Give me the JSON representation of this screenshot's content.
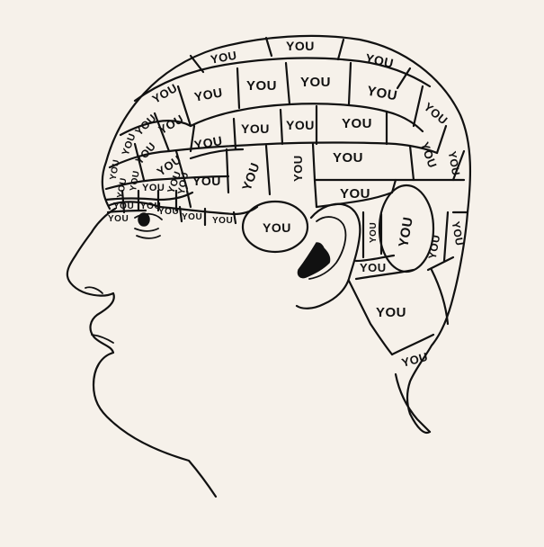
{
  "colors": {
    "background": "#f6f1ea",
    "ink": "#111111"
  },
  "labels": {
    "l01": "YOU",
    "l02": "YOU",
    "l03": "YOU",
    "l04": "YOU",
    "l05": "YOU",
    "l06": "YOU",
    "l07": "YOU",
    "l08": "YOU",
    "l09": "YOU",
    "l10": "YOU",
    "l11": "YOU",
    "l12": "YOU",
    "l13": "YOU",
    "l14": "YOU",
    "l15": "YOU",
    "l16": "YOU",
    "l17": "YOU",
    "l18": "YOU",
    "l19": "YOU",
    "l20": "YOU",
    "l21": "YOU",
    "l22": "YOU",
    "l23": "YOU",
    "l24": "YOU",
    "l25": "YOU",
    "l26": "YOU",
    "l27": "YOU",
    "l28": "YOU",
    "l29": "YOU",
    "l30": "YOU",
    "l31": "YOU",
    "l32": "YOU",
    "l33": "YOU",
    "l34": "YOU",
    "l35": "YOU",
    "l36": "YOU",
    "l37": "YOU",
    "l38": "YOU",
    "l39": "YOU",
    "l40": "YOU",
    "l41": "YOU",
    "l42": "YOU",
    "l43": "YOU",
    "l44": "YOU",
    "l45": "YOU",
    "l46": "YOU",
    "l47": "YOU",
    "l48": "YOU",
    "l49": "YOU",
    "l50": "YOU",
    "l51": "YOU",
    "l52": "YOU",
    "l53": "YOU",
    "l54": "YOU"
  }
}
